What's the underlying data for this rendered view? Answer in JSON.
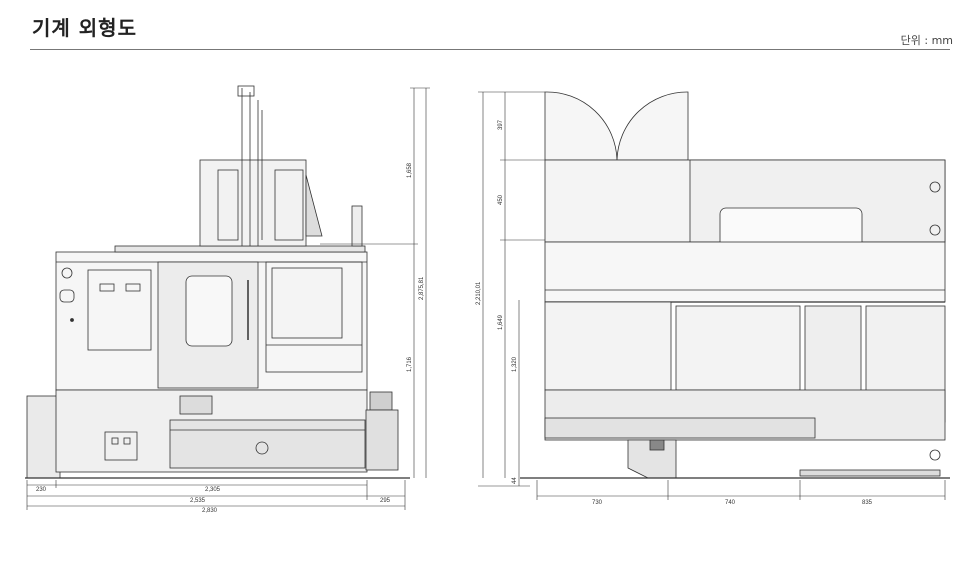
{
  "header": {
    "title": "기계 외형도",
    "unit": "단위 : mm"
  },
  "front_view": {
    "dims_bottom": [
      "230",
      "2,305",
      "2,535",
      "295",
      "2,830"
    ],
    "dims_right": [
      "1,658",
      "2,875,81",
      "1,716"
    ]
  },
  "side_view": {
    "dims_left": [
      "397",
      "450",
      "2,210,01",
      "1,649",
      "1,320",
      "44"
    ],
    "dims_bottom": [
      "730",
      "740",
      "835"
    ]
  }
}
